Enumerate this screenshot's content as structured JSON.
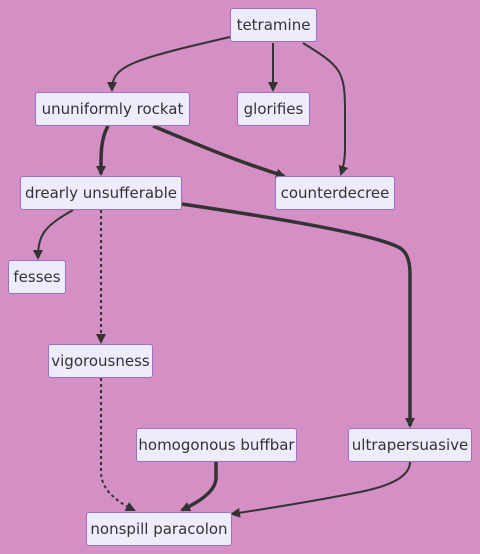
{
  "colors": {
    "background": "#d48fc4",
    "node_fill": "#ececfc",
    "node_border": "#9a70c8",
    "edge": "#333333"
  },
  "nodes": {
    "tetramine": "tetramine",
    "ununiformly_rockat": "ununiformly rockat",
    "glorifies": "glorifies",
    "counterdecree": "counterdecree",
    "drearly_unsufferable": "drearly unsufferable",
    "fesses": "fesses",
    "vigorousness": "vigorousness",
    "homogonous_buffbar": "homogonous buffbar",
    "ultrapersuasive": "ultrapersuasive",
    "nonspill_paracolon": "nonspill paracolon"
  },
  "edges": [
    {
      "from": "tetramine",
      "to": "ununiformly_rockat",
      "style": "normal"
    },
    {
      "from": "tetramine",
      "to": "glorifies",
      "style": "normal"
    },
    {
      "from": "tetramine",
      "to": "counterdecree",
      "style": "normal"
    },
    {
      "from": "ununiformly_rockat",
      "to": "drearly_unsufferable",
      "style": "thick"
    },
    {
      "from": "ununiformly_rockat",
      "to": "counterdecree",
      "style": "thick"
    },
    {
      "from": "drearly_unsufferable",
      "to": "fesses",
      "style": "normal"
    },
    {
      "from": "drearly_unsufferable",
      "to": "vigorousness",
      "style": "dotted"
    },
    {
      "from": "drearly_unsufferable",
      "to": "ultrapersuasive",
      "style": "thick"
    },
    {
      "from": "vigorousness",
      "to": "nonspill_paracolon",
      "style": "dotted"
    },
    {
      "from": "homogonous_buffbar",
      "to": "nonspill_paracolon",
      "style": "thick"
    },
    {
      "from": "ultrapersuasive",
      "to": "nonspill_paracolon",
      "style": "normal"
    }
  ]
}
